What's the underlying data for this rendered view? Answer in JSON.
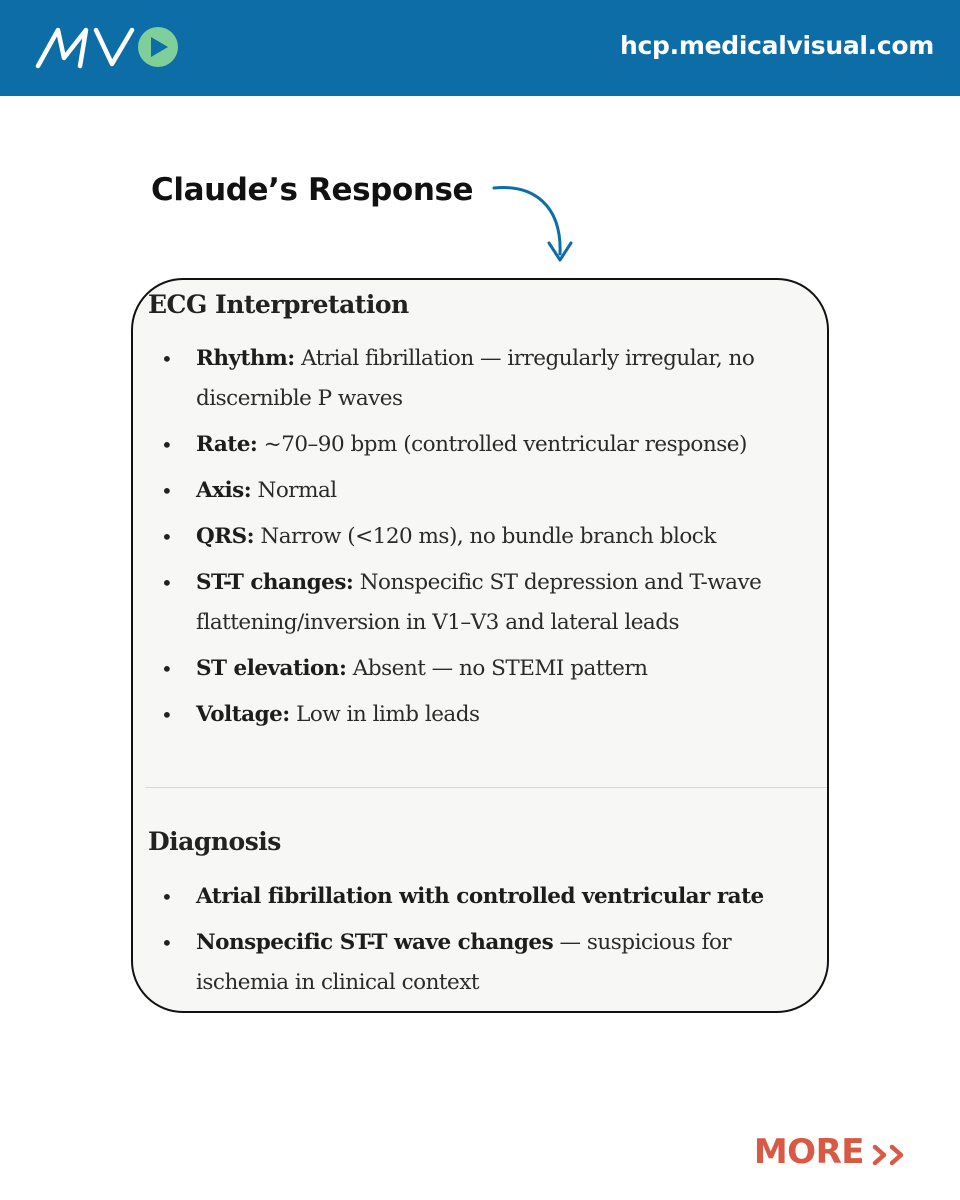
{
  "header": {
    "logo_text": "MV",
    "site_url": "hcp.medicalvisual.com"
  },
  "response_label": "Claude’s Response",
  "card": {
    "interpretation": {
      "title": "ECG Interpretation",
      "items": [
        {
          "label": "Rhythm:",
          "text": " Atrial fibrillation — irregularly irregular, no discernible P waves"
        },
        {
          "label": "Rate:",
          "text": " ~70–90 bpm (controlled ventricular response)"
        },
        {
          "label": "Axis:",
          "text": " Normal"
        },
        {
          "label": "QRS:",
          "text": " Narrow (<120 ms), no bundle branch block"
        },
        {
          "label": "ST-T changes:",
          "text": " Nonspecific ST depression and T-wave flattening/inversion in V1–V3 and lateral leads"
        },
        {
          "label": "ST elevation:",
          "text": " Absent — no STEMI pattern"
        },
        {
          "label": "Voltage:",
          "text": " Low in limb leads"
        }
      ]
    },
    "diagnosis": {
      "title": "Diagnosis",
      "items": [
        {
          "label": "Atrial fibrillation with controlled ventricular rate",
          "text": ""
        },
        {
          "label": "Nonspecific ST-T wave changes",
          "text": " — suspicious for ischemia in clinical context"
        }
      ]
    }
  },
  "more_label": "MORE",
  "colors": {
    "header_bg": "#0d6da6",
    "logo_circle": "#7fcf9a",
    "arrow": "#0d6da6",
    "more": "#d85a45"
  }
}
